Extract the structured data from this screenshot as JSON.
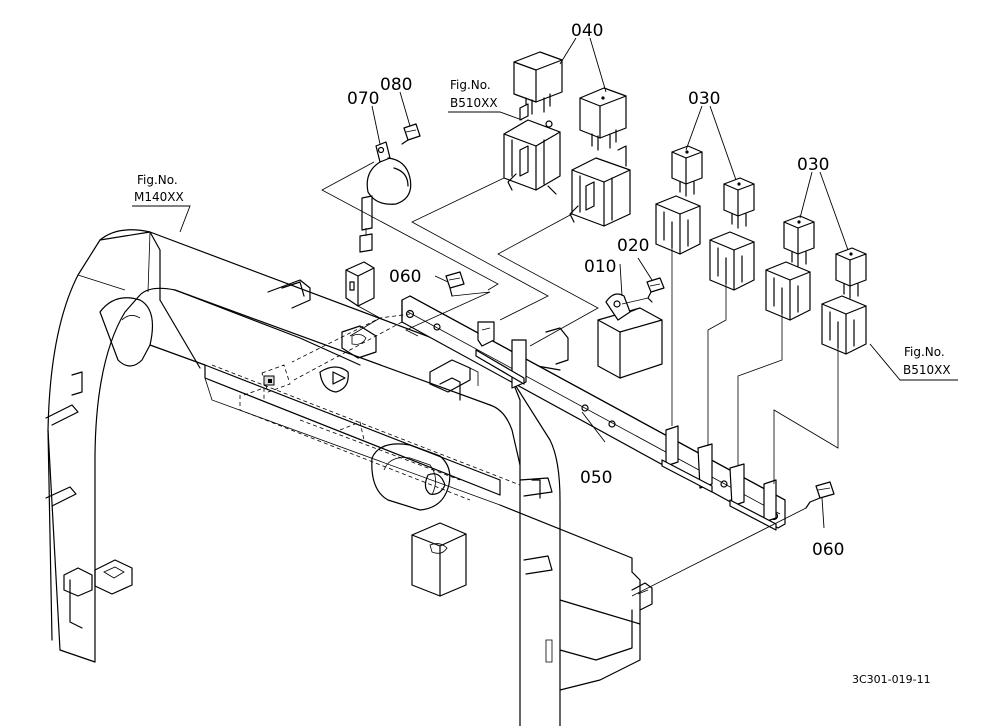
{
  "part_labels": {
    "p010": "010",
    "p020": "020",
    "p030_a": "030",
    "p030_b": "030",
    "p040": "040",
    "p050": "050",
    "p060_a": "060",
    "p060_b": "060",
    "p070": "070",
    "p080": "080"
  },
  "figure_refs": {
    "m140_title": "Fig.No.",
    "m140_code": "M140XX",
    "b510_top_title": "Fig.No.",
    "b510_top_code": "B510XX",
    "b510_right_title": "Fig.No.",
    "b510_right_code": "B510XX"
  },
  "drawing_code": "3C301-019-11"
}
